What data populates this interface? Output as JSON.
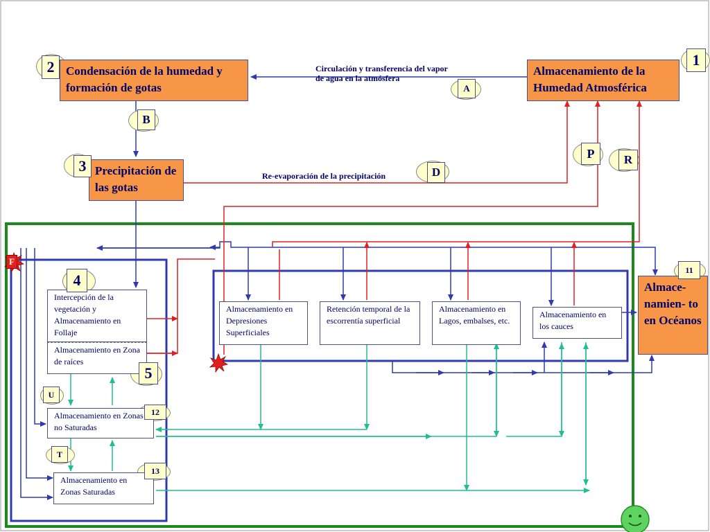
{
  "colors": {
    "orange": "#f79646",
    "navy": "#000066",
    "blue_line": "#2e3bb0",
    "red_line": "#e02020",
    "green_line": "#1fbf8f",
    "green_frame": "#1a8a1a",
    "tag_fill": "#ffffcc"
  },
  "boxes": {
    "condensacion": "Condensación de la humedad y formación de gotas",
    "almacenamiento_humedad": "Almacenamiento de la Humedad Atmosférica",
    "precipitacion": "Precipitación de las gotas",
    "intercepcion": "Intercepción de la vegetación y Almacenamiento en Follaje",
    "zona_raices": "Almacenamiento en Zona de raíces",
    "zonas_no_saturadas": "Almacenamiento en Zonas no Saturadas",
    "zonas_saturadas": "Almacenamiento en Zonas Saturadas",
    "depresiones": "Almacenamiento en Depresiones Superficiales",
    "retencion": "Retención temporal de la escorrentía superficial",
    "lagos": "Almacenamiento en Lagos, embalses, etc.",
    "cauces": "Almacenamiento en los cauces",
    "oceanos": "Almace- namien- to en Océanos"
  },
  "arrow_labels": {
    "circulacion": "Circulación y transferencia del vapor de agua en la atmósfera",
    "reevaporacion": "Re-evaporación de la precipitación"
  },
  "tags": {
    "t1": "1",
    "t2": "2",
    "t3": "3",
    "t4": "4",
    "t5": "5",
    "t11": "11",
    "t12": "12",
    "t13": "13",
    "A": "A",
    "B": "B",
    "D": "D",
    "P": "P",
    "R": "R",
    "U": "U",
    "T": "T",
    "F": "F"
  },
  "icons": {
    "smiley": "smiley-face-icon",
    "explosion": "explosion-star-icon"
  }
}
